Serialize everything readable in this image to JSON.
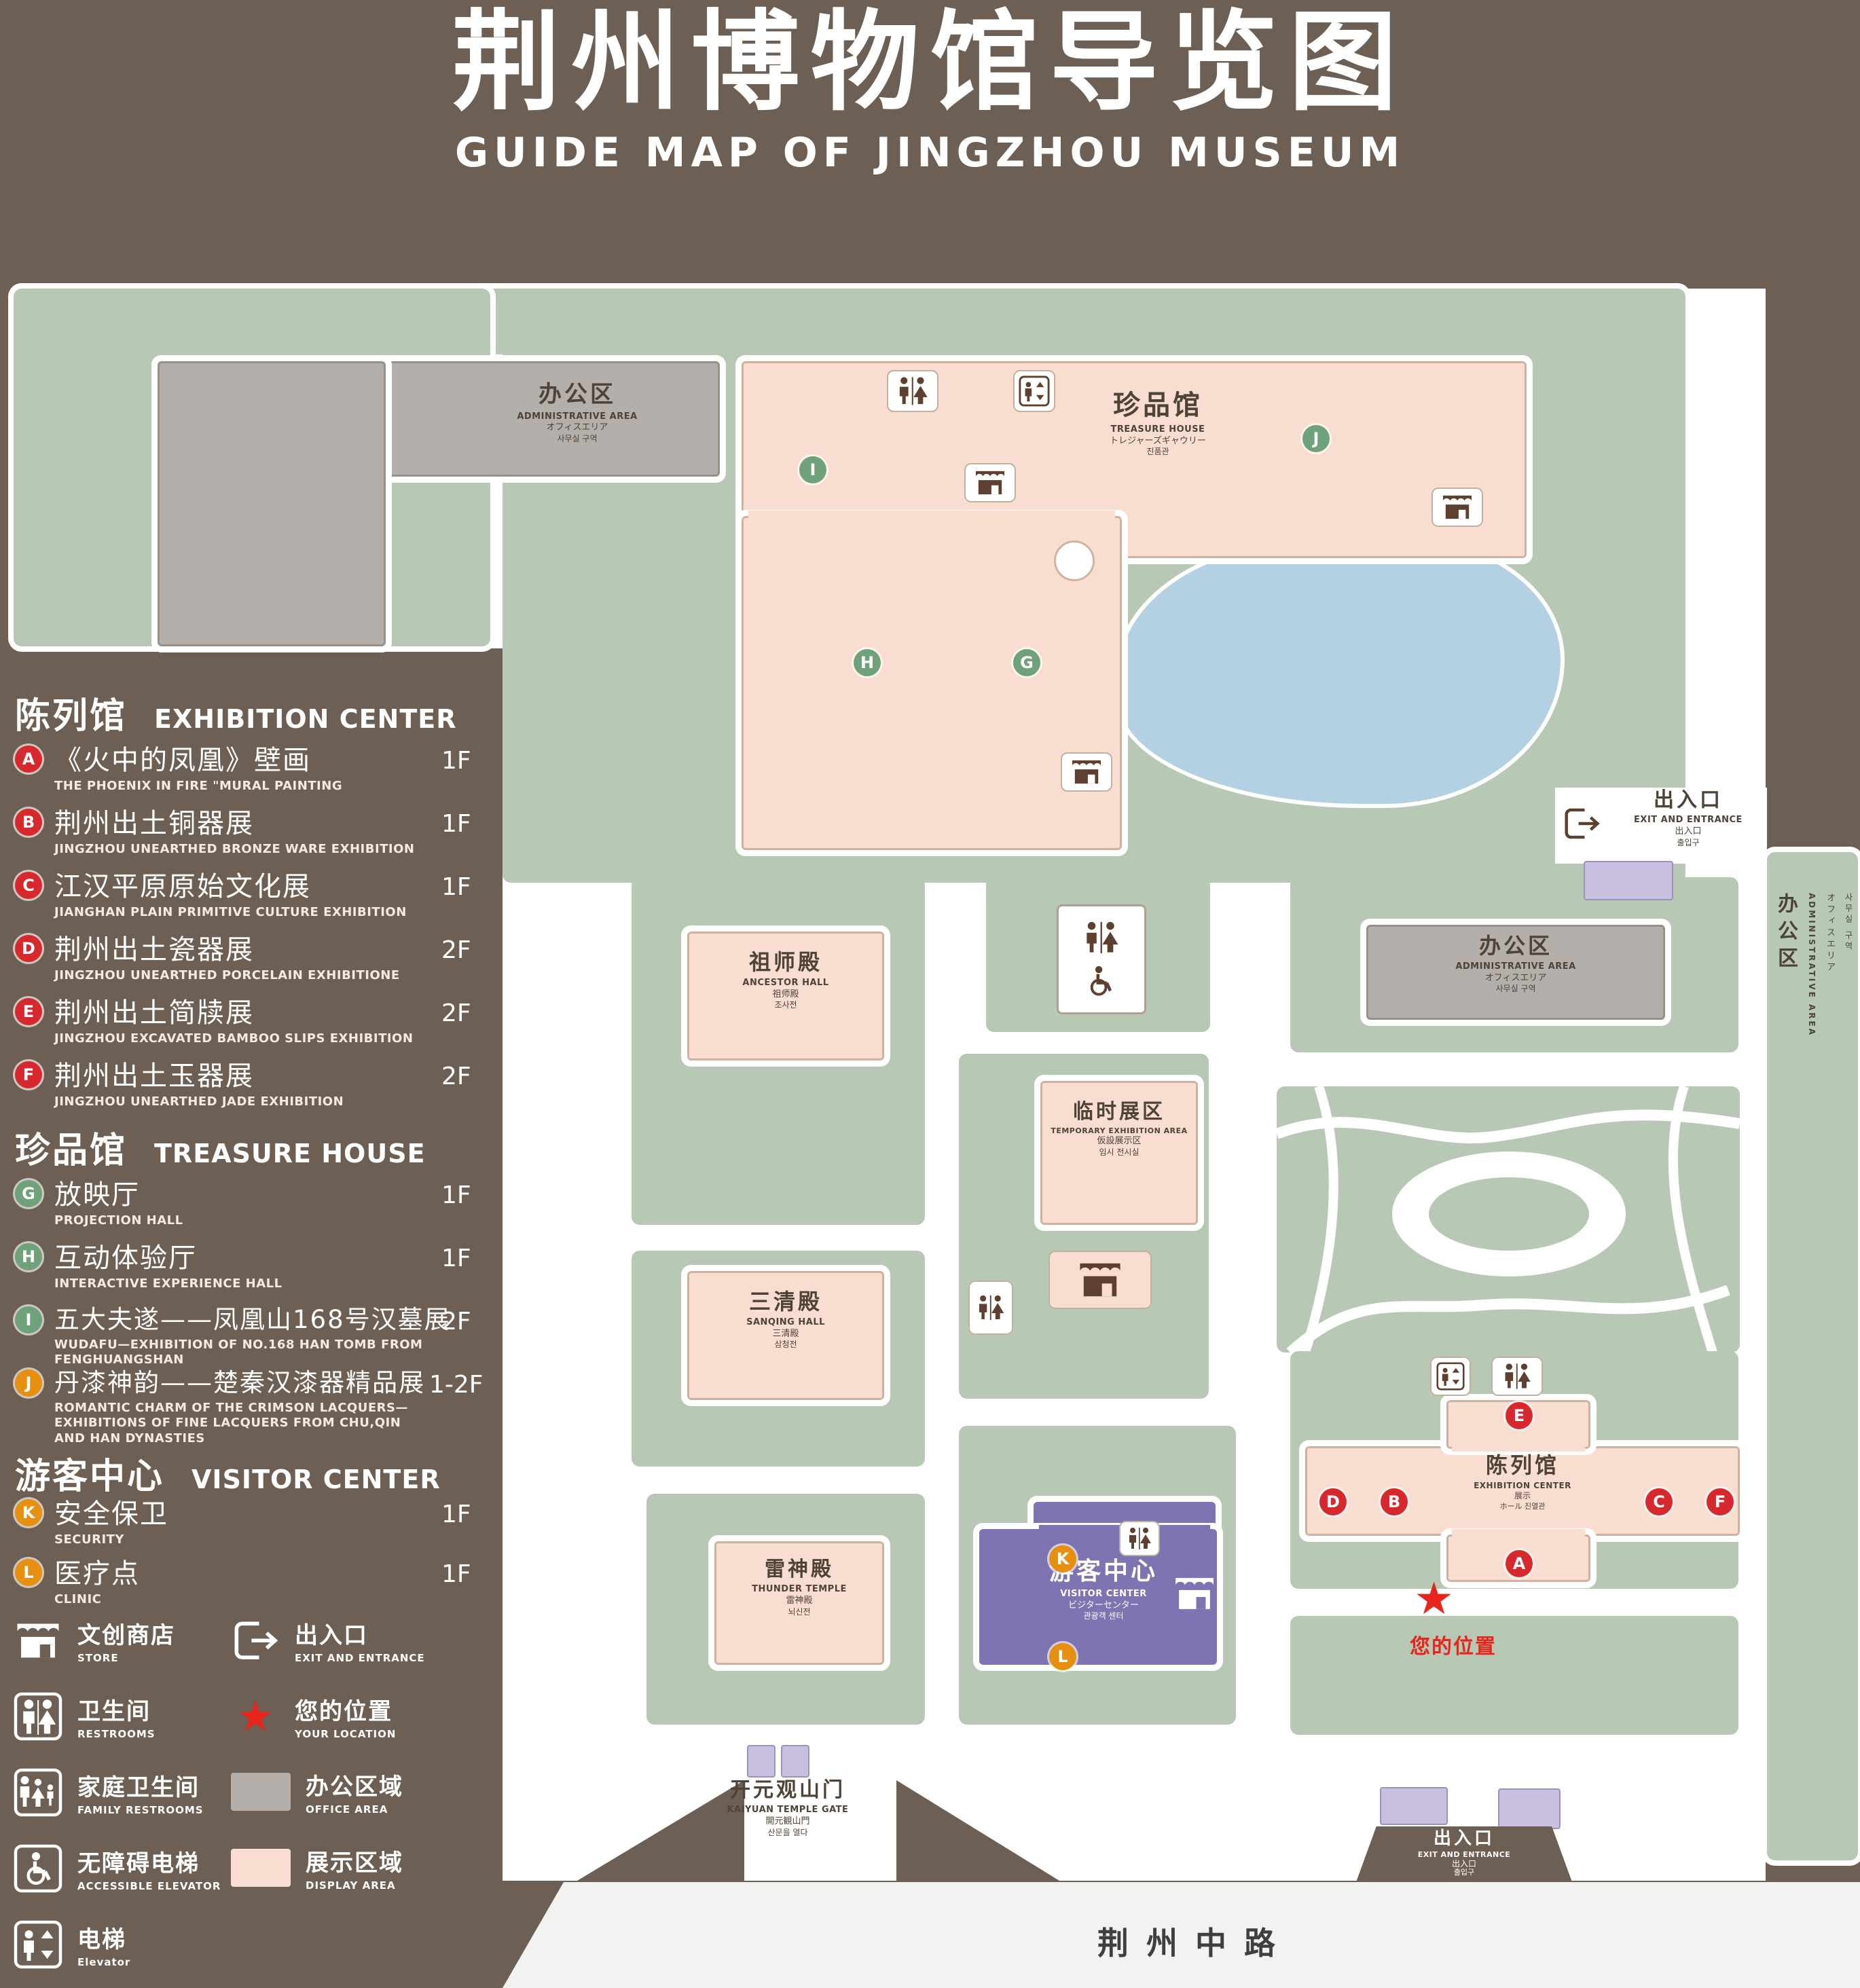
{
  "header": {
    "title": "荆州博物馆导览图",
    "subtitle": "GUIDE MAP OF JINGZHOU MUSEUM"
  },
  "colors": {
    "background": "#6e5f54",
    "lawn_green": "#b7c9b5",
    "path_white": "#ffffff",
    "display_area_pink": "#f9ddd0",
    "office_area_gray": "#b4afab",
    "lake_blue": "#b3d1e2",
    "visitor_center_purple": "#7e74b2",
    "entrance_building_lavender": "#c9c0e0",
    "marker_red": "#d7282d",
    "marker_green": "#6fa17b",
    "marker_orange": "#e78f0f",
    "icon_brown": "#5e4031",
    "location_red": "#e8241d",
    "road_gray": "#f2f3f0"
  },
  "icons": {
    "star": "★"
  },
  "legend": {
    "sections": [
      {
        "zh": "陈列馆",
        "en": "EXHIBITION CENTER",
        "items": [
          {
            "letter": "A",
            "zh": "《火中的凤凰》壁画",
            "en": "THE PHOENIX IN FIRE \"MURAL PAINTING",
            "floor": "1F"
          },
          {
            "letter": "B",
            "zh": "荆州出土铜器展",
            "en": "JINGZHOU UNEARTHED BRONZE WARE EXHIBITION",
            "floor": "1F"
          },
          {
            "letter": "C",
            "zh": "江汉平原原始文化展",
            "en": "JIANGHAN PLAIN PRIMITIVE CULTURE EXHIBITION",
            "floor": "1F"
          },
          {
            "letter": "D",
            "zh": "荆州出土瓷器展",
            "en": "JINGZHOU UNEARTHED PORCELAIN EXHIBITIONE",
            "floor": "2F"
          },
          {
            "letter": "E",
            "zh": "荆州出土简牍展",
            "en": "JINGZHOU EXCAVATED BAMBOO SLIPS EXHIBITION",
            "floor": "2F"
          },
          {
            "letter": "F",
            "zh": "荆州出土玉器展",
            "en": "JINGZHOU UNEARTHED JADE EXHIBITION",
            "floor": "2F"
          }
        ]
      },
      {
        "zh": "珍品馆",
        "en": "TREASURE HOUSE",
        "items": [
          {
            "letter": "G",
            "zh": "放映厅",
            "en": "PROJECTION HALL",
            "floor": "1F"
          },
          {
            "letter": "H",
            "zh": "互动体验厅",
            "en": "INTERACTIVE EXPERIENCE HALL",
            "floor": "1F"
          },
          {
            "letter": "I",
            "zh": "五大夫遂——凤凰山168号汉墓展",
            "en": "WUDAFU—EXHIBITION OF NO.168 HAN TOMB FROM FENGHUANGSHAN",
            "floor": "2F"
          },
          {
            "letter": "J",
            "zh": "丹漆神韵——楚秦汉漆器精品展",
            "en": "ROMANTIC CHARM OF THE CRIMSON LACQUERS—EXHIBITIONS OF FINE LACQUERS FROM CHU,QIN AND HAN DYNASTIES",
            "floor": "1-2F"
          }
        ]
      },
      {
        "zh": "游客中心",
        "en": "VISITOR CENTER",
        "items": [
          {
            "letter": "K",
            "zh": "安全保卫",
            "en": "SECURITY",
            "floor": "1F"
          },
          {
            "letter": "L",
            "zh": "医疗点",
            "en": "CLINIC",
            "floor": "1F"
          }
        ]
      }
    ],
    "symbols": [
      {
        "zh": "文创商店",
        "en": "STORE"
      },
      {
        "zh": "出入口",
        "en": "EXIT AND ENTRANCE"
      },
      {
        "zh": "卫生间",
        "en": "RESTROOMS"
      },
      {
        "zh": "您的位置",
        "en": "YOUR LOCATION"
      },
      {
        "zh": "家庭卫生间",
        "en": "FAMILY RESTROOMS"
      },
      {
        "zh": "办公区域",
        "en": "OFFICE AREA"
      },
      {
        "zh": "无障碍电梯",
        "en": "ACCESSIBLE ELEVATOR"
      },
      {
        "zh": "展示区域",
        "en": "DISPLAY AREA"
      },
      {
        "zh": "电梯",
        "en": "Elevator"
      }
    ]
  },
  "map": {
    "admin_top": {
      "zh": "办公区",
      "en": "ADMINISTRATIVE AREA",
      "jp": "オフィスエリア",
      "kr": "사무실 구역"
    },
    "treasure": {
      "zh": "珍品馆",
      "en": "TREASURE HOUSE",
      "jp": "トレジャーズギャウリー",
      "kr": "진품관"
    },
    "exit_east": {
      "zh": "出入口",
      "en": "EXIT AND ENTRANCE",
      "jp": "出入口",
      "kr": "출입구"
    },
    "ancestor": {
      "zh": "祖师殿",
      "en": "ANCESTOR HALL",
      "jp": "祖师殿",
      "kr": "조사전"
    },
    "admin_mid": {
      "zh": "办公区",
      "en": "ADMINISTRATIVE AREA",
      "jp": "オフィスエリア",
      "kr": "사무실 구역"
    },
    "temp": {
      "zh": "临时展区",
      "en": "TEMPORARY EXHIBITION AREA",
      "jp": "仮設展示区",
      "kr": "임시 전시실"
    },
    "sanqing": {
      "zh": "三清殿",
      "en": "SANQING HALL",
      "jp": "三清殿",
      "kr": "삼청전"
    },
    "thunder": {
      "zh": "雷神殿",
      "en": "THUNDER TEMPLE",
      "jp": "雷神殿",
      "kr": "뇌신전"
    },
    "visitor": {
      "zh": "游客中心",
      "en": "VISITOR CENTER",
      "jp": "ビジターセンター",
      "kr": "관광객 센터"
    },
    "exhibition": {
      "zh": "陈列馆",
      "en": "EXHIBITION CENTER",
      "jp": "展示",
      "kr": "ホール 진열관"
    },
    "admin_right": {
      "zh": "办公区",
      "en": "ADMINISTRATIVE AREA",
      "jp": "オフィスエリア",
      "kr": "사무실 구역"
    },
    "gate": {
      "zh": "开元观山门",
      "en": "KAIYUAN TEMPLE GATE",
      "jp": "開元観山門",
      "kr": "산문을 열다"
    },
    "exit_south": {
      "zh": "出入口",
      "en": "EXIT AND ENTRANCE",
      "jp": "出入口",
      "kr": "출입구"
    },
    "your_location": "您的位置",
    "road": "荆州中路",
    "markers": {
      "A": "A",
      "B": "B",
      "C": "C",
      "D": "D",
      "E": "E",
      "F": "F",
      "G": "G",
      "H": "H",
      "I": "I",
      "J": "J",
      "K": "K",
      "L": "L"
    }
  }
}
